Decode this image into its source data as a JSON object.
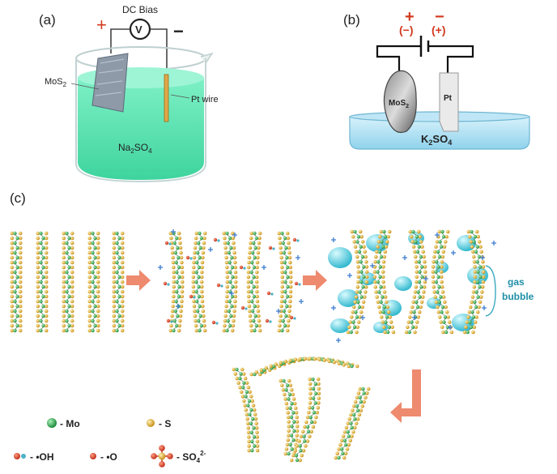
{
  "panels": {
    "a": {
      "label": "(a)",
      "dc_bias": "DC Bias",
      "volt": "V",
      "plus": "+",
      "minus": "−",
      "mos2_label": "MoS",
      "mos2_sub": "2",
      "pt_label": "Pt wire",
      "electrolyte": "Na",
      "electrolyte_sub1": "2",
      "electrolyte_mid": "SO",
      "electrolyte_sub2": "4"
    },
    "b": {
      "label": "(b)",
      "plus": "+",
      "minus": "−",
      "plus_paren": "(−)",
      "minus_paren": "(+)",
      "mos2_label": "MoS",
      "mos2_sub": "2",
      "pt_label": "Pt",
      "electrolyte": "K",
      "electrolyte_sub1": "2",
      "electrolyte_mid": "SO",
      "electrolyte_sub2": "4"
    },
    "c": {
      "label": "(c)",
      "gas_bubble_1": "gas",
      "gas_bubble_2": "bubble"
    }
  },
  "legend": {
    "mo": "- Mo",
    "s": "- S",
    "oh": "- •OH",
    "o": "- •O",
    "so4": "- SO",
    "so4_sub": "4",
    "so4_sup": "2-"
  },
  "colors": {
    "solution_green": "#4fe3b0",
    "mo_green": "#2e9e4a",
    "s_gold": "#e2b13c",
    "bubble_cyan": "#5ccfe0",
    "arrow_salmon": "#ee8a6e",
    "plus_red": "#d33a1f",
    "ion_blue": "#3a7bd0"
  }
}
